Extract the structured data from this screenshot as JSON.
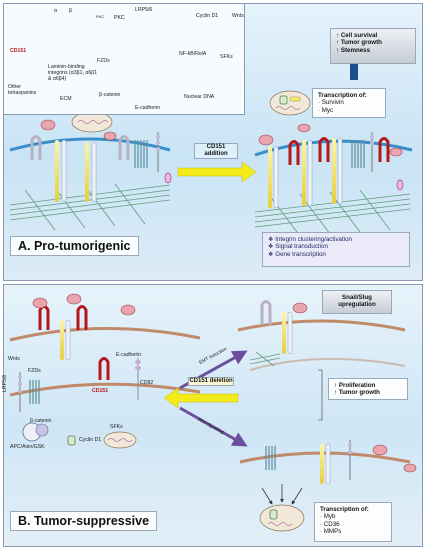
{
  "legend": {
    "cd151": "CD151",
    "other_tetraspanins": "Other tetraspanins",
    "integrins": "Laminin-binding integrins (α3β1, α6β1 & α6β4)",
    "alpha": "α",
    "beta": "β",
    "pkc": "PKC",
    "pkc_glyph": "PKC",
    "lrp": "LRP5/6",
    "fzds": "FZDs",
    "ecm": "ECM",
    "beta_catenin": "β-catenin",
    "e_cadherin": "E-cadherin",
    "cyclin": "Cyclin D1",
    "wnts": "Wnts",
    "nfkb": "NF-kB/RelA",
    "sfks": "SFKs",
    "nuclear_dna": "Nuclear DNA"
  },
  "panel_a": {
    "title": "A. Pro-tumorigenic",
    "arrow_label": "CD151 addition",
    "outcomes": [
      "↑ Cell survival",
      "↑ Tumor growth",
      "↑ Stemness"
    ],
    "transcription_title": "Transcription of:",
    "transcription_items": [
      "· Survivin",
      "· Myc"
    ],
    "mechanisms": [
      "❖ Integrin clustering/activation",
      "❖ Signal transduction",
      "❖ Gene transcription"
    ]
  },
  "panel_b": {
    "title": "B. Tumor-suppressive",
    "arrow_label": "CD151 deletion",
    "snail": "Snail/Slug upregulation",
    "emt": "EMT induction",
    "wnt": "Wnt signaling",
    "outcome": [
      "↑ Proliferation",
      "↑ Tumor growth"
    ],
    "transcription_title": "Transcription of:",
    "transcription_items": [
      "· Myb",
      "· CD36",
      "· MMPs"
    ],
    "labels": {
      "wnts": "Wnts",
      "fzds": "FZDs",
      "lrp": "LRP5/6",
      "e_cadherin": "E-cadherin",
      "cd151": "CD151",
      "cd82": "CD82",
      "beta_catenin": "β-catenin",
      "apc": "APC/Axin/GSK",
      "sfks": "SFKs",
      "cyclin": "Cyclin D1"
    }
  },
  "colors": {
    "cd151": "#b5161b",
    "integrin": "#f2e26b",
    "pkc": "#e8a5ad",
    "fzd": "#8ab9c9",
    "membrane": "#3a8fc7",
    "ecm": "#4b8f64",
    "arrow": "#f3ea1a",
    "purple_arrow": "#6a4f9c"
  }
}
